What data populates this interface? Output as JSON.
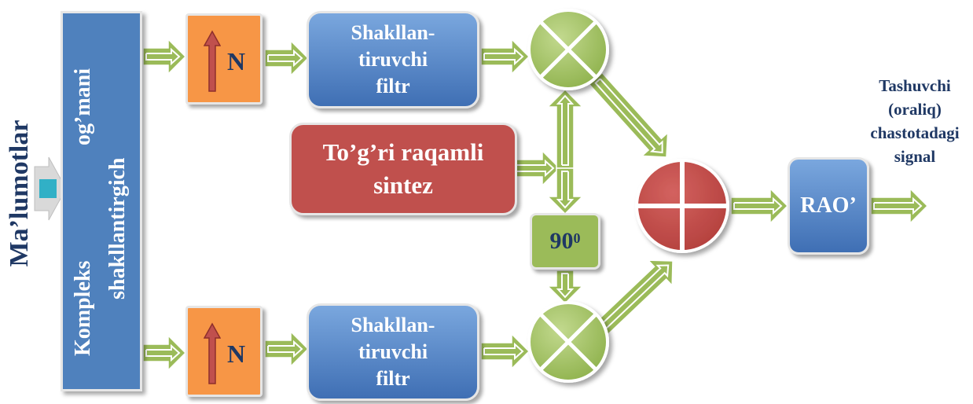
{
  "input_label": "Ma’lumotlar",
  "mapper": {
    "line1_left": "Kompleks",
    "line1_right": "og’mani",
    "line2": "shakllantirgich"
  },
  "upsampler_top": {
    "label": "N"
  },
  "upsampler_bottom": {
    "label": "N"
  },
  "filter_top": {
    "line1": "Shakllan-",
    "line2": "tiruvchi",
    "line3": "filtr"
  },
  "filter_bottom": {
    "line1": "Shakllan-",
    "line2": "tiruvchi",
    "line3": "filtr"
  },
  "dds": {
    "line1": "To’g’ri raqamli",
    "line2": "sintez"
  },
  "phase_shift": {
    "value": "90",
    "superscript": "0"
  },
  "dac": {
    "label": "RAO’"
  },
  "output": {
    "line1": "Tashuvchi",
    "line2": "(oraliq)",
    "line3": "chastotadagi",
    "line4": "signal"
  },
  "colors": {
    "arrow": "#9bbb59",
    "mapper_blue": "#4f81bd",
    "orange": "#f79646",
    "red": "#c0504d",
    "green": "#9bbb59",
    "text_navy": "#1f3864"
  }
}
